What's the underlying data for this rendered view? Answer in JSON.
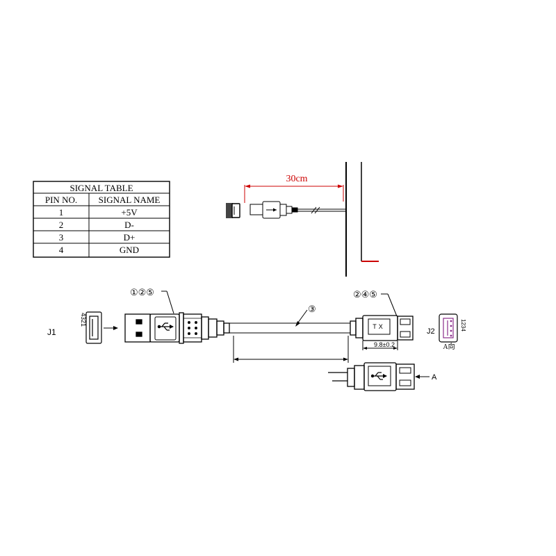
{
  "signal_table": {
    "title": "SIGNAL TABLE",
    "headers": [
      "PIN  NO.",
      "SIGNAL NAME"
    ],
    "rows": [
      [
        "1",
        "+5V"
      ],
      [
        "2",
        "D-"
      ],
      [
        "3",
        "D+"
      ],
      [
        "4",
        "GND"
      ]
    ]
  },
  "mount": {
    "length_label": "30cm",
    "accent_color": "#cc0000"
  },
  "drawing": {
    "j1_label": "J1",
    "j1_pins": "4321",
    "j2_label": "J2",
    "j2_pins": "1234",
    "j2_view": "A向",
    "view_a_label": "A",
    "cable_callout": "③",
    "plug_callouts": "①②⑤",
    "socket_callouts": "②④⑤",
    "socket_mark": "TX",
    "socket_dim": "9.8±0.2"
  }
}
